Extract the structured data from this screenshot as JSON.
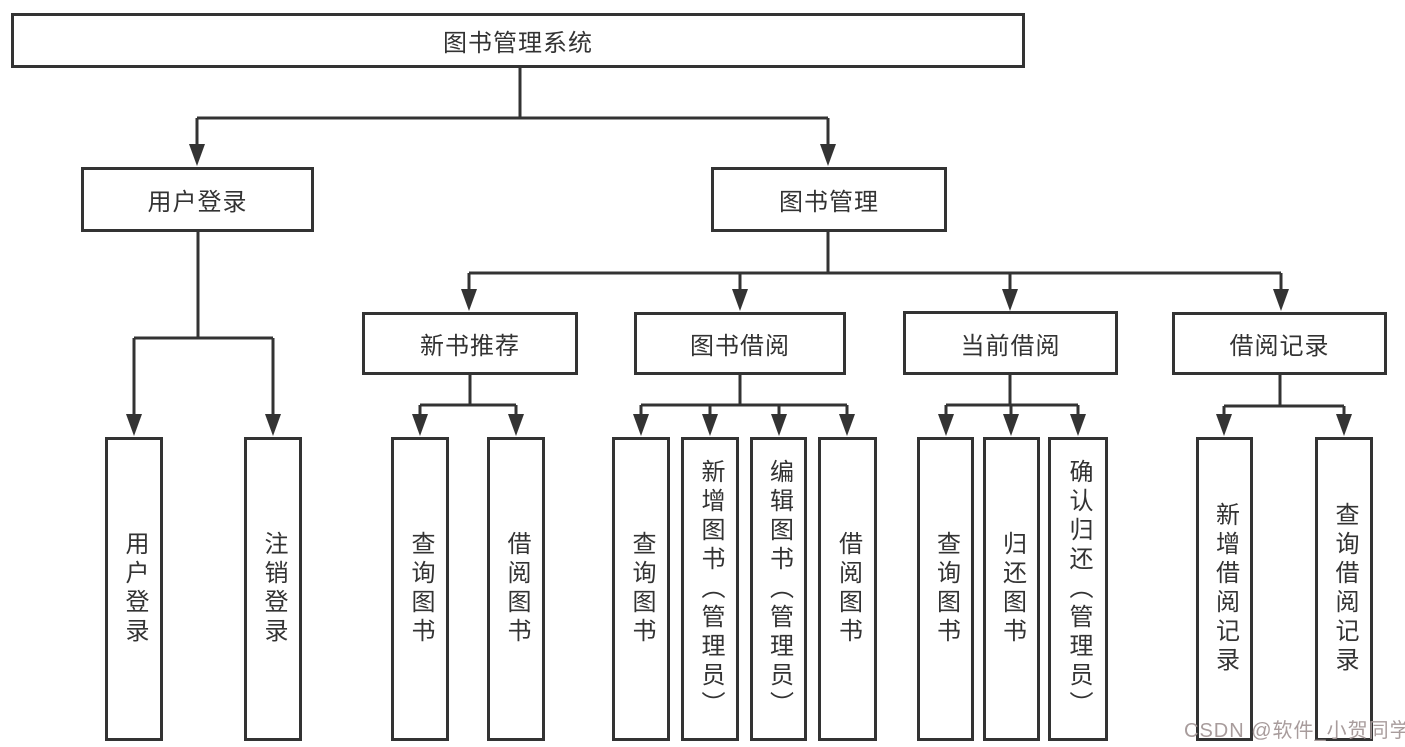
{
  "colors": {
    "line": "#333333",
    "text": "#333333",
    "box_fill": "#ffffff",
    "background": "#ffffff",
    "watermark": "#a89c9c"
  },
  "tree": {
    "label": "图书管理系统",
    "children": [
      {
        "label": "用户登录",
        "children": [
          {
            "label": "用户登录"
          },
          {
            "label": "注销登录"
          }
        ]
      },
      {
        "label": "图书管理",
        "children": [
          {
            "label": "新书推荐",
            "children": [
              {
                "label": "查询图书"
              },
              {
                "label": "借阅图书"
              }
            ]
          },
          {
            "label": "图书借阅",
            "children": [
              {
                "label": "查询图书"
              },
              {
                "label": "新增图书（管理员）"
              },
              {
                "label": "编辑图书（管理员）"
              },
              {
                "label": "借阅图书"
              }
            ]
          },
          {
            "label": "当前借阅",
            "children": [
              {
                "label": "查询图书"
              },
              {
                "label": "归还图书"
              },
              {
                "label": "确认归还（管理员）"
              }
            ]
          },
          {
            "label": "借阅记录",
            "children": [
              {
                "label": "新增借阅记录"
              },
              {
                "label": "查询借阅记录"
              }
            ]
          }
        ]
      }
    ]
  },
  "watermark": {
    "text": "CSDN @软件_小贺同学"
  }
}
